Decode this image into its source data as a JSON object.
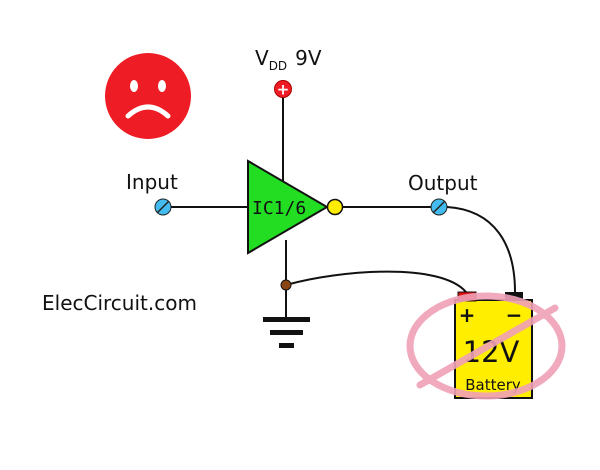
{
  "labels": {
    "vdd_main": "V",
    "vdd_sub": "DD",
    "vdd_value": "9V",
    "input": "Input",
    "output": "Output",
    "ic": "IC1/6",
    "site": "ElecCircuit.com",
    "battery_voltage": "12V",
    "battery_name": "Battery",
    "battery_plus": "+",
    "battery_minus": "−",
    "vdd_plus": "+"
  },
  "icons": {
    "face": "sad-face-icon",
    "ground": "ground-icon",
    "prohibited": "prohibited-icon"
  },
  "colors": {
    "face": "#ee1c24",
    "ic_fill": "#22dd22",
    "bubble": "#ffee00",
    "terminal": "#44bbee",
    "battery": "#ffee00",
    "battery_terminal": "#dd1111",
    "prohibit": "#f0a0b8",
    "junction": "#8b4513",
    "vdd_node": "#ee1c24",
    "wire": "#111111"
  }
}
